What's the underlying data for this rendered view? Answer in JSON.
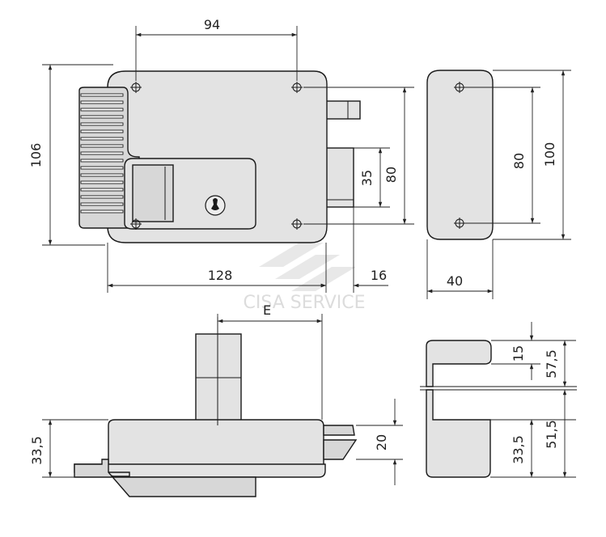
{
  "watermark": {
    "text": "CISA SERVICE"
  },
  "dimensions": {
    "front_top_width": "94",
    "front_height": "106",
    "front_body_width": "128",
    "front_bolt_projection": "16",
    "front_bolt_height": "35",
    "front_hole_spacing": "80",
    "side_width": "40",
    "side_hole_spacing": "80",
    "side_height": "100",
    "bottom_offset": "E",
    "bottom_depth_left": "33,5",
    "bottom_bolt_depth": "20",
    "right_top_a": "15",
    "right_top_b": "57,5",
    "right_bottom_a": "33,5",
    "right_bottom_b": "51,5"
  },
  "colors": {
    "part_fill": "#e3e3e3",
    "outline": "#1a1a1a",
    "watermark": "#dcdcdc"
  }
}
